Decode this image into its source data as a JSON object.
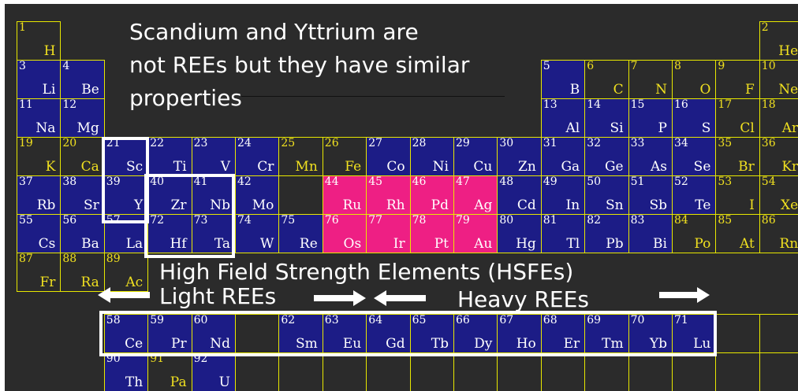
{
  "heading_lines": [
    "Scandium and Yttrium are",
    "not REEs but they have similar",
    "properties"
  ],
  "hsfe_label": "High Field Strength Elements (HSFEs)",
  "light_label": "Light REEs",
  "heavy_label": "Heavy REEs",
  "colors": {
    "blue": "#1c1c86",
    "pink": "#ee1f84",
    "yellow": "#e8e800",
    "background": "#2b2b2b"
  },
  "elements": [
    {
      "n": "1",
      "s": "H",
      "k": "dark",
      "c": 1,
      "r": 1
    },
    {
      "n": "2",
      "s": "He",
      "k": "dark",
      "c": 18,
      "r": 1
    },
    {
      "n": "3",
      "s": "Li",
      "k": "blue",
      "c": 1,
      "r": 2
    },
    {
      "n": "4",
      "s": "Be",
      "k": "blue",
      "c": 2,
      "r": 2
    },
    {
      "n": "5",
      "s": "B",
      "k": "blue",
      "c": 13,
      "r": 2
    },
    {
      "n": "6",
      "s": "C",
      "k": "dark",
      "c": 14,
      "r": 2
    },
    {
      "n": "7",
      "s": "N",
      "k": "dark",
      "c": 15,
      "r": 2
    },
    {
      "n": "8",
      "s": "O",
      "k": "dark",
      "c": 16,
      "r": 2
    },
    {
      "n": "9",
      "s": "F",
      "k": "dark",
      "c": 17,
      "r": 2
    },
    {
      "n": "10",
      "s": "Ne",
      "k": "dark",
      "c": 18,
      "r": 2
    },
    {
      "n": "11",
      "s": "Na",
      "k": "blue",
      "c": 1,
      "r": 3
    },
    {
      "n": "12",
      "s": "Mg",
      "k": "blue",
      "c": 2,
      "r": 3
    },
    {
      "n": "13",
      "s": "Al",
      "k": "blue",
      "c": 13,
      "r": 3
    },
    {
      "n": "14",
      "s": "Si",
      "k": "blue",
      "c": 14,
      "r": 3
    },
    {
      "n": "15",
      "s": "P",
      "k": "blue",
      "c": 15,
      "r": 3
    },
    {
      "n": "16",
      "s": "S",
      "k": "blue",
      "c": 16,
      "r": 3
    },
    {
      "n": "17",
      "s": "Cl",
      "k": "dark",
      "c": 17,
      "r": 3
    },
    {
      "n": "18",
      "s": "Ar",
      "k": "dark",
      "c": 18,
      "r": 3
    },
    {
      "n": "19",
      "s": "K",
      "k": "dark",
      "c": 1,
      "r": 4
    },
    {
      "n": "20",
      "s": "Ca",
      "k": "dark",
      "c": 2,
      "r": 4
    },
    {
      "n": "21",
      "s": "Sc",
      "k": "blue",
      "c": 3,
      "r": 4
    },
    {
      "n": "22",
      "s": "Ti",
      "k": "blue",
      "c": 4,
      "r": 4
    },
    {
      "n": "23",
      "s": "V",
      "k": "blue",
      "c": 5,
      "r": 4
    },
    {
      "n": "24",
      "s": "Cr",
      "k": "blue",
      "c": 6,
      "r": 4
    },
    {
      "n": "25",
      "s": "Mn",
      "k": "dark",
      "c": 7,
      "r": 4
    },
    {
      "n": "26",
      "s": "Fe",
      "k": "dark",
      "c": 8,
      "r": 4
    },
    {
      "n": "27",
      "s": "Co",
      "k": "blue",
      "c": 9,
      "r": 4
    },
    {
      "n": "28",
      "s": "Ni",
      "k": "blue",
      "c": 10,
      "r": 4
    },
    {
      "n": "29",
      "s": "Cu",
      "k": "blue",
      "c": 11,
      "r": 4
    },
    {
      "n": "30",
      "s": "Zn",
      "k": "blue",
      "c": 12,
      "r": 4
    },
    {
      "n": "31",
      "s": "Ga",
      "k": "blue",
      "c": 13,
      "r": 4
    },
    {
      "n": "32",
      "s": "Ge",
      "k": "blue",
      "c": 14,
      "r": 4
    },
    {
      "n": "33",
      "s": "As",
      "k": "blue",
      "c": 15,
      "r": 4
    },
    {
      "n": "34",
      "s": "Se",
      "k": "blue",
      "c": 16,
      "r": 4
    },
    {
      "n": "35",
      "s": "Br",
      "k": "dark",
      "c": 17,
      "r": 4
    },
    {
      "n": "36",
      "s": "Kr",
      "k": "dark",
      "c": 18,
      "r": 4
    },
    {
      "n": "37",
      "s": "Rb",
      "k": "blue",
      "c": 1,
      "r": 5
    },
    {
      "n": "38",
      "s": "Sr",
      "k": "blue",
      "c": 2,
      "r": 5
    },
    {
      "n": "39",
      "s": "Y",
      "k": "blue",
      "c": 3,
      "r": 5
    },
    {
      "n": "40",
      "s": "Zr",
      "k": "blue",
      "c": 4,
      "r": 5
    },
    {
      "n": "41",
      "s": "Nb",
      "k": "blue",
      "c": 5,
      "r": 5
    },
    {
      "n": "42",
      "s": "Mo",
      "k": "blue",
      "c": 6,
      "r": 5
    },
    {
      "n": "",
      "s": "",
      "k": "blank",
      "c": 7,
      "r": 5
    },
    {
      "n": "44",
      "s": "Ru",
      "k": "pink",
      "c": 8,
      "r": 5
    },
    {
      "n": "45",
      "s": "Rh",
      "k": "pink",
      "c": 9,
      "r": 5
    },
    {
      "n": "46",
      "s": "Pd",
      "k": "pink",
      "c": 10,
      "r": 5
    },
    {
      "n": "47",
      "s": "Ag",
      "k": "pink",
      "c": 11,
      "r": 5
    },
    {
      "n": "48",
      "s": "Cd",
      "k": "blue",
      "c": 12,
      "r": 5
    },
    {
      "n": "49",
      "s": "In",
      "k": "blue",
      "c": 13,
      "r": 5
    },
    {
      "n": "50",
      "s": "Sn",
      "k": "blue",
      "c": 14,
      "r": 5
    },
    {
      "n": "51",
      "s": "Sb",
      "k": "blue",
      "c": 15,
      "r": 5
    },
    {
      "n": "52",
      "s": "Te",
      "k": "blue",
      "c": 16,
      "r": 5
    },
    {
      "n": "53",
      "s": "I",
      "k": "dark",
      "c": 17,
      "r": 5
    },
    {
      "n": "54",
      "s": "Xe",
      "k": "dark",
      "c": 18,
      "r": 5
    },
    {
      "n": "55",
      "s": "Cs",
      "k": "blue",
      "c": 1,
      "r": 6
    },
    {
      "n": "56",
      "s": "Ba",
      "k": "blue",
      "c": 2,
      "r": 6
    },
    {
      "n": "57",
      "s": "La",
      "k": "blue",
      "c": 3,
      "r": 6
    },
    {
      "n": "72",
      "s": "Hf",
      "k": "blue",
      "c": 4,
      "r": 6
    },
    {
      "n": "73",
      "s": "Ta",
      "k": "blue",
      "c": 5,
      "r": 6
    },
    {
      "n": "74",
      "s": "W",
      "k": "blue",
      "c": 6,
      "r": 6
    },
    {
      "n": "75",
      "s": "Re",
      "k": "blue",
      "c": 7,
      "r": 6
    },
    {
      "n": "76",
      "s": "Os",
      "k": "pink",
      "c": 8,
      "r": 6
    },
    {
      "n": "77",
      "s": "Ir",
      "k": "pink",
      "c": 9,
      "r": 6
    },
    {
      "n": "78",
      "s": "Pt",
      "k": "pink",
      "c": 10,
      "r": 6
    },
    {
      "n": "79",
      "s": "Au",
      "k": "pink",
      "c": 11,
      "r": 6
    },
    {
      "n": "80",
      "s": "Hg",
      "k": "blue",
      "c": 12,
      "r": 6
    },
    {
      "n": "81",
      "s": "Tl",
      "k": "blue",
      "c": 13,
      "r": 6
    },
    {
      "n": "82",
      "s": "Pb",
      "k": "blue",
      "c": 14,
      "r": 6
    },
    {
      "n": "83",
      "s": "Bi",
      "k": "blue",
      "c": 15,
      "r": 6
    },
    {
      "n": "84",
      "s": "Po",
      "k": "dark",
      "c": 16,
      "r": 6
    },
    {
      "n": "85",
      "s": "At",
      "k": "dark",
      "c": 17,
      "r": 6
    },
    {
      "n": "86",
      "s": "Rn",
      "k": "dark",
      "c": 18,
      "r": 6
    },
    {
      "n": "87",
      "s": "Fr",
      "k": "dark",
      "c": 1,
      "r": 7
    },
    {
      "n": "88",
      "s": "Ra",
      "k": "dark",
      "c": 2,
      "r": 7
    },
    {
      "n": "89",
      "s": "Ac",
      "k": "dark",
      "c": 3,
      "r": 7
    },
    {
      "n": "58",
      "s": "Ce",
      "k": "blue",
      "c": 3,
      "r": 8
    },
    {
      "n": "59",
      "s": "Pr",
      "k": "blue",
      "c": 4,
      "r": 8
    },
    {
      "n": "60",
      "s": "Nd",
      "k": "blue",
      "c": 5,
      "r": 8
    },
    {
      "n": "",
      "s": "",
      "k": "blank",
      "c": 6,
      "r": 8
    },
    {
      "n": "62",
      "s": "Sm",
      "k": "blue",
      "c": 7,
      "r": 8
    },
    {
      "n": "63",
      "s": "Eu",
      "k": "blue",
      "c": 8,
      "r": 8
    },
    {
      "n": "64",
      "s": "Gd",
      "k": "blue",
      "c": 9,
      "r": 8
    },
    {
      "n": "65",
      "s": "Tb",
      "k": "blue",
      "c": 10,
      "r": 8
    },
    {
      "n": "66",
      "s": "Dy",
      "k": "blue",
      "c": 11,
      "r": 8
    },
    {
      "n": "67",
      "s": "Ho",
      "k": "blue",
      "c": 12,
      "r": 8
    },
    {
      "n": "68",
      "s": "Er",
      "k": "blue",
      "c": 13,
      "r": 8
    },
    {
      "n": "69",
      "s": "Tm",
      "k": "blue",
      "c": 14,
      "r": 8
    },
    {
      "n": "70",
      "s": "Yb",
      "k": "blue",
      "c": 15,
      "r": 8
    },
    {
      "n": "71",
      "s": "Lu",
      "k": "blue",
      "c": 16,
      "r": 8
    },
    {
      "n": "",
      "s": "",
      "k": "blank",
      "c": 17,
      "r": 8
    },
    {
      "n": "",
      "s": "",
      "k": "blank",
      "c": 18,
      "r": 8
    },
    {
      "n": "90",
      "s": "Th",
      "k": "blue",
      "c": 3,
      "r": 9
    },
    {
      "n": "91",
      "s": "Pa",
      "k": "dark",
      "c": 4,
      "r": 9
    },
    {
      "n": "92",
      "s": "U",
      "k": "blue",
      "c": 5,
      "r": 9
    },
    {
      "n": "",
      "s": "",
      "k": "blank",
      "c": 6,
      "r": 9
    },
    {
      "n": "",
      "s": "",
      "k": "blank",
      "c": 7,
      "r": 9
    },
    {
      "n": "",
      "s": "",
      "k": "blank",
      "c": 8,
      "r": 9
    },
    {
      "n": "",
      "s": "",
      "k": "blank",
      "c": 9,
      "r": 9
    },
    {
      "n": "",
      "s": "",
      "k": "blank",
      "c": 10,
      "r": 9
    },
    {
      "n": "",
      "s": "",
      "k": "blank",
      "c": 11,
      "r": 9
    },
    {
      "n": "",
      "s": "",
      "k": "blank",
      "c": 12,
      "r": 9
    },
    {
      "n": "",
      "s": "",
      "k": "blank",
      "c": 13,
      "r": 9
    },
    {
      "n": "",
      "s": "",
      "k": "blank",
      "c": 14,
      "r": 9
    },
    {
      "n": "",
      "s": "",
      "k": "blank",
      "c": 15,
      "r": 9
    },
    {
      "n": "",
      "s": "",
      "k": "blank",
      "c": 16,
      "r": 9
    },
    {
      "n": "",
      "s": "",
      "k": "blank",
      "c": 17,
      "r": 9
    },
    {
      "n": "",
      "s": "",
      "k": "blank",
      "c": 18,
      "r": 9
    }
  ]
}
